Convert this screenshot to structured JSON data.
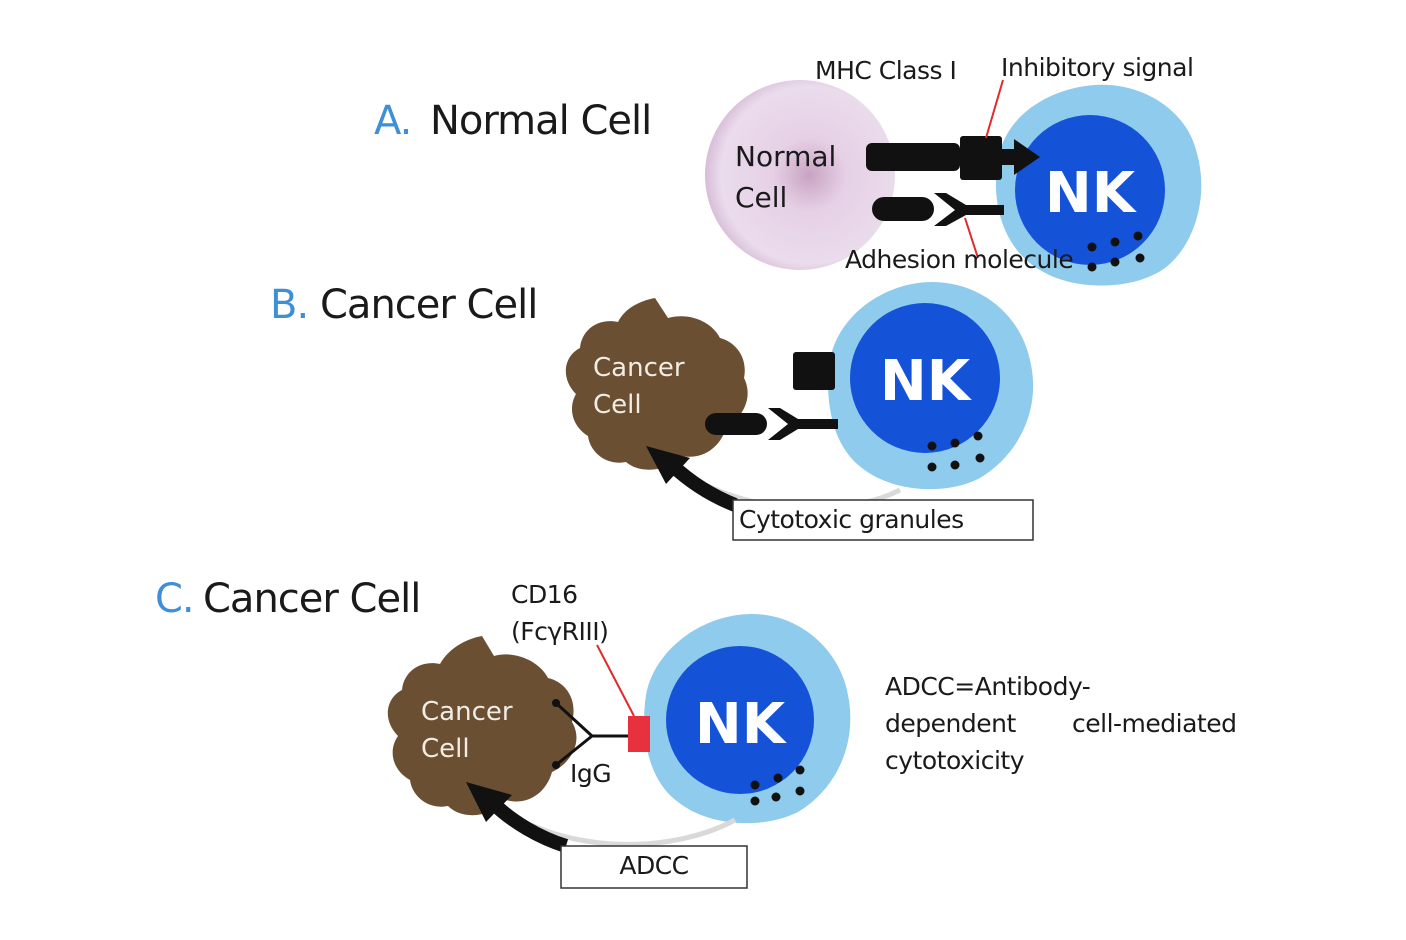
{
  "panels": {
    "a": {
      "letter": "A.",
      "title": "Normal Cell"
    },
    "b": {
      "letter": "B.",
      "title": "Cancer Cell"
    },
    "c": {
      "letter": "C.",
      "title": "Cancer Cell"
    }
  },
  "cells": {
    "normal_line1": "Normal",
    "normal_line2": "Cell",
    "cancer_line1": "Cancer",
    "cancer_line2": "Cell",
    "nk": "NK"
  },
  "labels": {
    "mhc": "MHC Class I",
    "inhibitory": "Inhibitory signal",
    "adhesion": "Adhesion molecule",
    "cytotoxic_granules": "Cytotoxic granules",
    "cd16_line1": "CD16",
    "cd16_line2": "(FcγRIII)",
    "igg": "IgG",
    "adcc_box": "ADCC",
    "adcc_def_line1": "ADCC=Antibody-",
    "adcc_def_line2a": "dependent",
    "adcc_def_line2b": "cell-mediated",
    "adcc_def_line3": "cytotoxicity"
  },
  "colors": {
    "panel_letter": "#3f8fd6",
    "nk_outer": "#8fcbec",
    "nk_inner": "#1452d8",
    "cancer_cell": "#6b4f32",
    "normal_cell": "#e4cde6",
    "cd16_receptor": "#e8303f",
    "pointer_line": "#e02b2b"
  }
}
